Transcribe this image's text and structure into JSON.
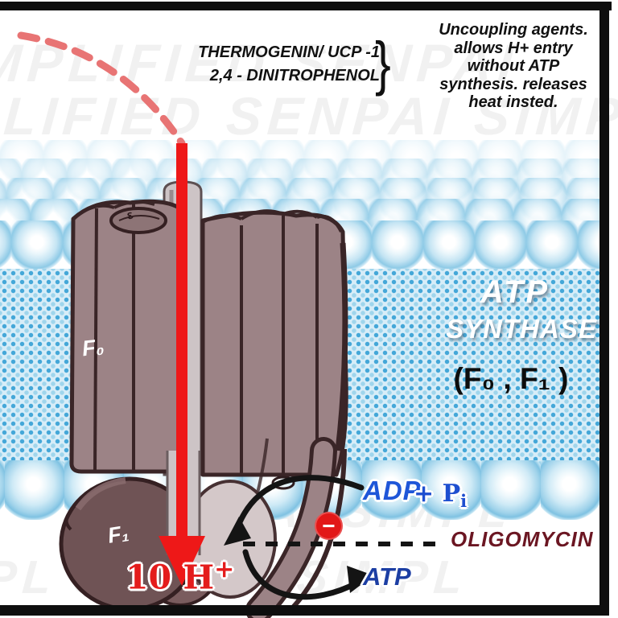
{
  "colors": {
    "red_arrow": "#ee1818",
    "dashed_entry_arc": "#e87474",
    "proton_red": "#e41c1c",
    "inhibition_badge_red": "#e21717",
    "adp_blue": "#1e56d8",
    "pi_blue": "#1e4fd0",
    "atp_blue": "#1c3ea3",
    "oligomycin_maroon": "#6b1622",
    "membrane_blue": "#8ecae6",
    "membrane_dot_blue": "#44a7d8",
    "protein_mauve": "#9c8386",
    "protein_dark": "#6f5355",
    "protein_outline": "#3a2527",
    "channel_gray": "#cdc4c6"
  },
  "watermark": [
    "MPLIFIED SENPAI",
    "PLIFIED SENPAI SIMPL",
    "AI SIMPL",
    "PL SENPAI SIMPL"
  ],
  "labels": {
    "uncouplers": {
      "line1": "THERMOGENIN/ UCP -1",
      "line2": "2,4 - DINITROPHENOL",
      "brace": "}"
    },
    "note": {
      "lines": [
        "Uncoupling agents.",
        "allows H+ entry",
        "without ATP",
        "synthesis. releases",
        "heat insted."
      ]
    },
    "enzyme": {
      "title_line1": "ATP",
      "title_line2": "SYNTHASE",
      "subunits": "(F₀ , F₁ )",
      "f0": "F₀",
      "f1": "F₁",
      "epsilon": "ε"
    },
    "reaction": {
      "adp": "ADP",
      "plus": "+",
      "phosphate": "P",
      "phosphate_sub": "i",
      "atp": "ATP"
    },
    "inhibitor": {
      "name": "OLIGOMYCIN",
      "minus_glyph": "−"
    },
    "proton_flow": {
      "text": "10 H",
      "sup": "+"
    }
  }
}
